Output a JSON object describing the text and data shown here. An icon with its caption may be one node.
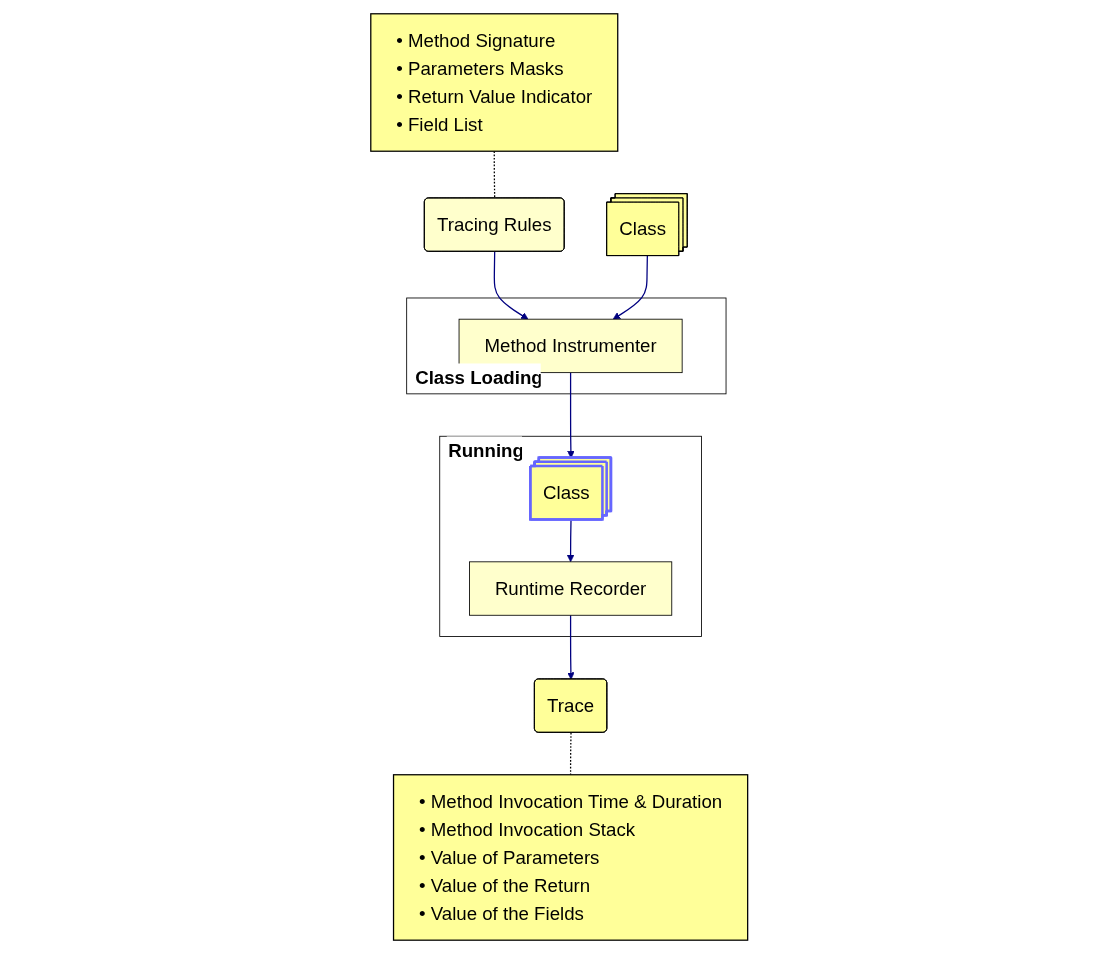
{
  "diagram": {
    "nodes": [
      {
        "text": [
          "• Method Signature",
          "• Parameters Masks",
          "• Return Value Indicator",
          "• Field List"
        ]
      },
      {
        "text": [
          "Tracing Rules"
        ]
      },
      {
        "text": [
          "Class"
        ]
      },
      {
        "text": [
          "Class Loading"
        ]
      },
      {
        "text": [
          "Method Instrumenter"
        ],
        "in": 3
      },
      {
        "text": [
          "Running"
        ]
      },
      {
        "text": [
          "Runtime Recorder"
        ],
        "in": 5
      },
      {
        "text": [
          "Class"
        ],
        "in": 5
      },
      {
        "text": [
          "Trace"
        ]
      },
      {
        "text": [
          "• Method Invocation Time & Duration",
          "• Method Invocation Stack",
          "• Value of Parameters",
          "• Value of the Return",
          "• Value of the Fields"
        ]
      }
    ],
    "edges": [
      {
        "from": 0,
        "to": 1,
        "arrow": "none",
        "style": "dashed",
        "color": "#000000"
      },
      {
        "from": 1,
        "to": 4,
        "arrow": "to"
      },
      {
        "from": 2,
        "to": 4,
        "arrow": "to"
      },
      {
        "from": 4,
        "to": 7,
        "arrow": "to"
      },
      {
        "from": 7,
        "to": 6,
        "arrow": "to"
      },
      {
        "from": 6,
        "to": 8,
        "arrow": "to"
      },
      {
        "from": 8,
        "to": 9,
        "arrow": "none",
        "style": "dashed",
        "color": "#000000"
      }
    ]
  }
}
